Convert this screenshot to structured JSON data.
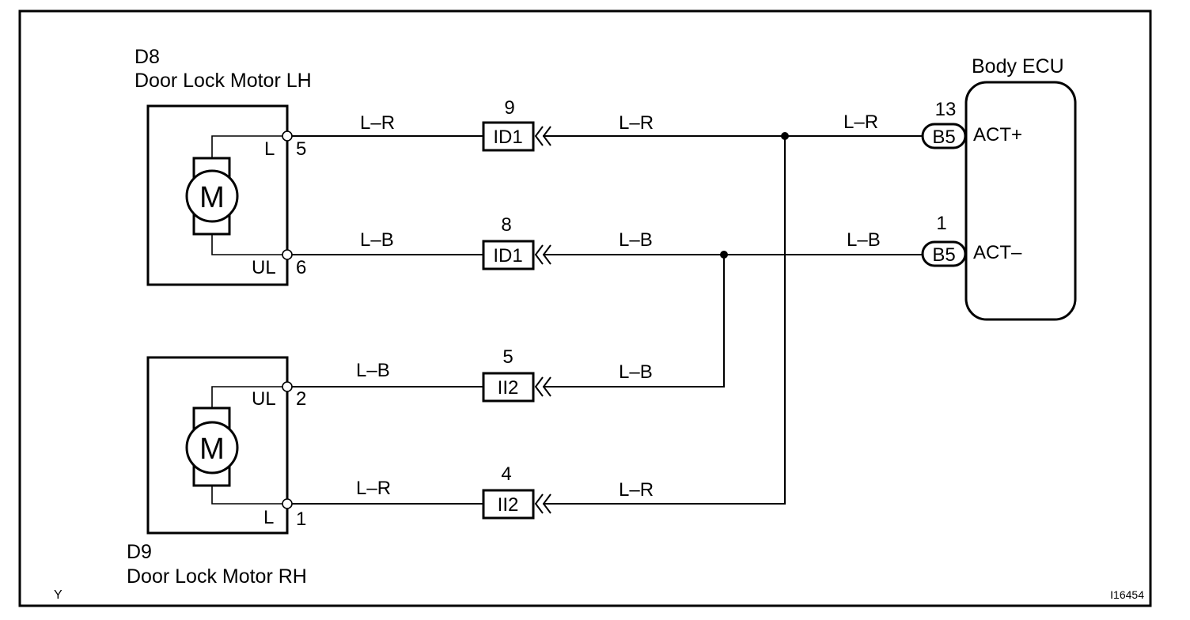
{
  "ecu": {
    "title": "Body ECU",
    "pin_plus": "ACT+",
    "pin_minus": "ACT–"
  },
  "motor_lh": {
    "code": "D8",
    "name": "Door Lock Motor LH",
    "symbol": "M",
    "term_top": "L",
    "pin_top": "5",
    "term_bottom": "UL",
    "pin_bottom": "6"
  },
  "motor_rh": {
    "code": "D9",
    "name": "Door Lock Motor RH",
    "symbol": "M",
    "term_top": "UL",
    "pin_top": "2",
    "term_bottom": "L",
    "pin_bottom": "1"
  },
  "connectors": [
    {
      "name": "ID1",
      "pin": "9"
    },
    {
      "name": "ID1",
      "pin": "8"
    },
    {
      "name": "II2",
      "pin": "5"
    },
    {
      "name": "II2",
      "pin": "4"
    }
  ],
  "ecu_connectors": [
    {
      "name": "B5",
      "pin": "13"
    },
    {
      "name": "B5",
      "pin": "1"
    }
  ],
  "wire_labels": {
    "row1_left": "L–R",
    "row1_mid": "L–R",
    "row1_right": "L–R",
    "row2_left": "L–B",
    "row2_mid": "L–B",
    "row2_right": "L–B",
    "row3_left": "L–B",
    "row3_mid": "L–B",
    "row4_left": "L–R",
    "row4_mid": "L–R"
  },
  "corner_left": "Y",
  "figure_id": "I16454"
}
